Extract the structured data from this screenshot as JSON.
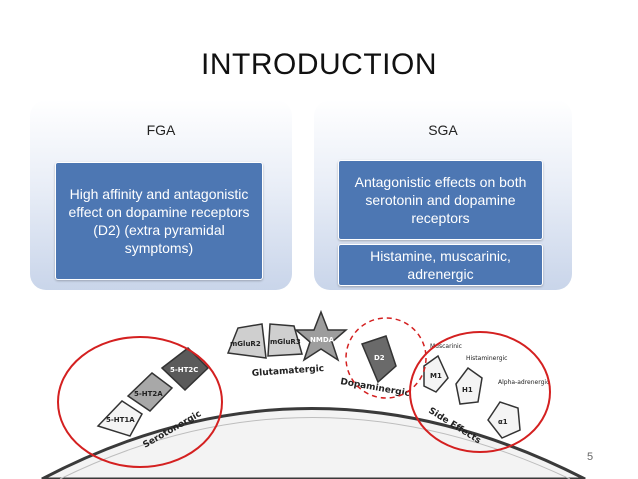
{
  "slide": {
    "title": "INTRODUCTION",
    "page_number": "5"
  },
  "fga": {
    "title": "FGA",
    "text": "High affinity and antagonistic effect on dopamine receptors (D2) (extra pyramidal symptoms)"
  },
  "sga": {
    "title": "SGA",
    "box1": "Antagonistic effects on both serotonin and dopamine receptors",
    "box2": "Histamine, muscarinic, adrenergic"
  },
  "figure": {
    "receptors": [
      "5-HT1A",
      "5-HT2A",
      "5-HT2C",
      "mGluR2",
      "mGluR3",
      "NMDA",
      "D2",
      "Muscarinic",
      "M1",
      "Histaminergic",
      "H1",
      "Alpha-adrenergic",
      "α1"
    ],
    "labels": {
      "serotonergic": "Serotonergic",
      "glutamatergic": "Glutamatergic",
      "dopaminergic": "Dopaminergic",
      "side_effects": "Side Effects"
    }
  },
  "colors": {
    "box_blue": "#4d77b3",
    "circle_red": "#d42020"
  }
}
